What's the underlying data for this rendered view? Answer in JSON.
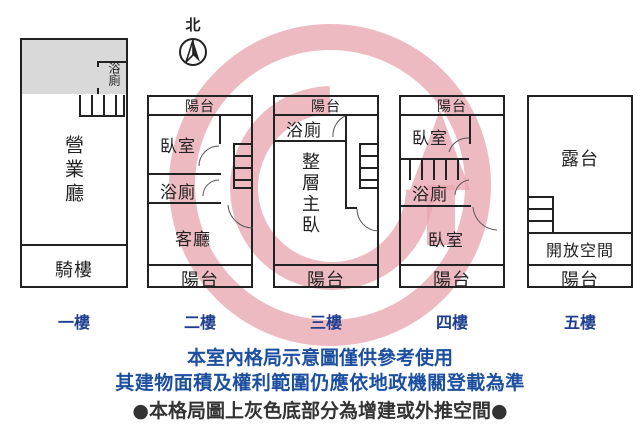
{
  "compass": {
    "label": "北",
    "icon": "north-arrow-icon"
  },
  "colors": {
    "wall": "#222222",
    "extension_gray": "#d9d9d9",
    "floor_label_blue": "#1f3f8f",
    "note_blue": "#1d4fa0",
    "note_dark": "#333333",
    "watermark_pink": "#e8a3ad"
  },
  "floors": [
    {
      "name": "一樓",
      "rooms": {
        "main": "營業廳",
        "front": "騎樓",
        "bath": "浴廁"
      }
    },
    {
      "name": "二樓",
      "rooms": {
        "balcony_top": "陽台",
        "bedroom": "臥室",
        "bath": "浴廁",
        "living": "客廳",
        "balcony_bottom": "陽台"
      }
    },
    {
      "name": "三樓",
      "rooms": {
        "balcony_top": "陽台",
        "bath": "浴廁",
        "master": "整層主臥",
        "balcony_bottom": "陽台"
      }
    },
    {
      "name": "四樓",
      "rooms": {
        "balcony_top": "陽台",
        "bedroom_top": "臥室",
        "bath": "浴廁",
        "bedroom_bottom": "臥室",
        "balcony_bottom": "陽台"
      }
    },
    {
      "name": "五樓",
      "rooms": {
        "terrace": "露台",
        "open_space": "開放空間",
        "balcony_bottom": "陽台"
      }
    }
  ],
  "notes": [
    "本室內格局示意圖僅供參考使用",
    "其建物面積及權利範圍仍應依地政機關登載為準",
    "●本格局圖上灰色底部分為增建或外推空間●"
  ]
}
